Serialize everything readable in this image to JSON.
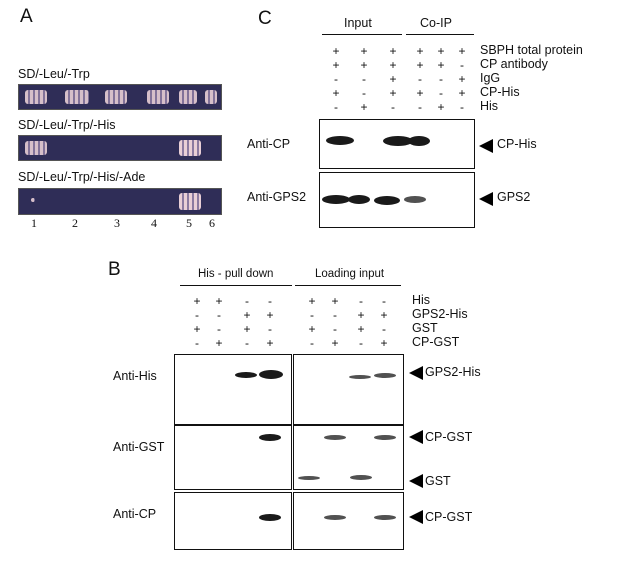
{
  "panels": {
    "a": "A",
    "b": "B",
    "c": "C"
  },
  "panel_a": {
    "media": [
      "SD/-Leu/-Trp",
      "SD/-Leu/-Trp/-His",
      "SD/-Leu/-Trp/-His/-Ade"
    ],
    "lanes": [
      "1",
      "2",
      "3",
      "4",
      "5",
      "6"
    ]
  },
  "panel_c": {
    "headers": [
      "Input",
      "Co-IP"
    ],
    "rows": [
      {
        "label": "SBPH total protein",
        "signs": [
          "+",
          "+",
          "+",
          "+",
          "+",
          "+"
        ]
      },
      {
        "label": "CP antibody",
        "signs": [
          "+",
          "+",
          "+",
          "+",
          "+",
          "-"
        ]
      },
      {
        "label": "IgG",
        "signs": [
          "-",
          "-",
          "+",
          "-",
          "-",
          "+"
        ]
      },
      {
        "label": "CP-His",
        "signs": [
          "+",
          "-",
          "+",
          "+",
          "-",
          "+"
        ]
      },
      {
        "label": "His",
        "signs": [
          "-",
          "+",
          "-",
          "-",
          "+",
          "-"
        ]
      }
    ],
    "blots": [
      {
        "antibody": "Anti-CP",
        "band": "CP-His"
      },
      {
        "antibody": "Anti-GPS2",
        "band": "GPS2"
      }
    ]
  },
  "panel_b": {
    "headers": [
      "His - pull down",
      "Loading input"
    ],
    "rows": [
      {
        "label": "His",
        "signs": [
          "+",
          "+",
          "-",
          "-",
          "+",
          "+",
          "-",
          "-"
        ]
      },
      {
        "label": "GPS2-His",
        "signs": [
          "-",
          "-",
          "+",
          "+",
          "-",
          "-",
          "+",
          "+"
        ]
      },
      {
        "label": "GST",
        "signs": [
          "+",
          "-",
          "+",
          "-",
          "+",
          "-",
          "+",
          "-"
        ]
      },
      {
        "label": "CP-GST",
        "signs": [
          "-",
          "+",
          "-",
          "+",
          "-",
          "+",
          "-",
          "+"
        ]
      }
    ],
    "blots": [
      {
        "antibody": "Anti-His",
        "bands": [
          "GPS2-His"
        ]
      },
      {
        "antibody": "Anti-GST",
        "bands": [
          "CP-GST",
          "GST"
        ]
      },
      {
        "antibody": "Anti-CP",
        "bands": [
          "CP-GST"
        ]
      }
    ]
  }
}
